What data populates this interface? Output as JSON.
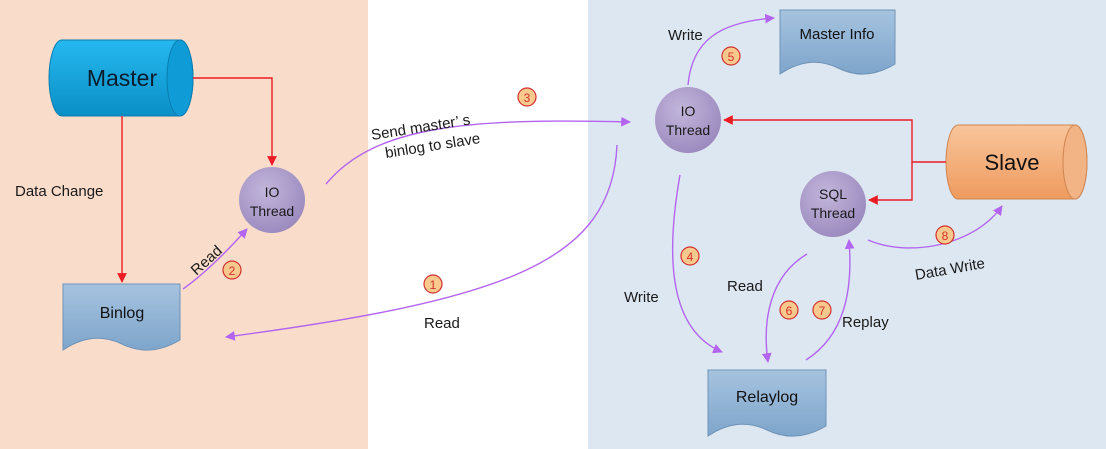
{
  "master": {
    "label": "Master"
  },
  "slave": {
    "label": "Slave"
  },
  "binlog": {
    "label": "Binlog"
  },
  "relaylog": {
    "label": "Relaylog"
  },
  "master_info": {
    "label": "Master Info"
  },
  "master_io_thread": {
    "line1": "IO",
    "line2": "Thread"
  },
  "slave_io_thread": {
    "line1": "IO",
    "line2": "Thread"
  },
  "sql_thread": {
    "line1": "SQL",
    "line2": "Thread"
  },
  "labels": {
    "data_change": "Data Change",
    "read_binlog": "Read",
    "send_line1": "Send master’ s",
    "send_line2": "binlog to slave",
    "read_request": "Read",
    "write_master_info": "Write",
    "write_relaylog": "Write",
    "read_relaylog": "Read",
    "replay": "Replay",
    "data_write": "Data Write"
  },
  "steps": [
    "1",
    "2",
    "3",
    "4",
    "5",
    "6",
    "7",
    "8"
  ],
  "colors": {
    "master_panel": "#fadccb",
    "slave_panel": "#dde7f1",
    "master_db": "#10a7df",
    "slave_db": "#f1a874",
    "doc": "#8fb2d4",
    "thread": "#a999c6",
    "red_arrow": "#ec1c24",
    "purple_arrow": "#b365f0",
    "step_badge": "#f9c98d",
    "step_text": "#d1302e"
  }
}
